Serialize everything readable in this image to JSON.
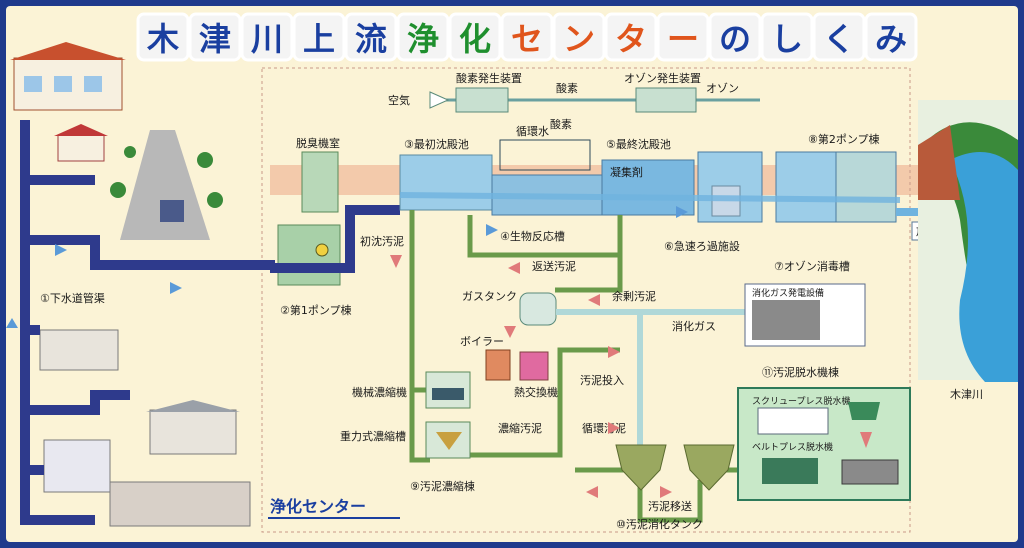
{
  "title": {
    "chars": [
      "木",
      "津",
      "川",
      "上",
      "流",
      "浄",
      "化",
      "セ",
      "ン",
      "タ",
      "ー",
      "の",
      "し",
      "く",
      "み"
    ],
    "colors": [
      "#1a3fa0",
      "#1a3fa0",
      "#1a3fa0",
      "#1a3fa0",
      "#1a3fa0",
      "#1f8f2e",
      "#1f8f2e",
      "#e0551c",
      "#e0551c",
      "#e0551c",
      "#e0551c",
      "#1a3fa0",
      "#1a3fa0",
      "#1a3fa0",
      "#1a3fa0"
    ]
  },
  "labels": {
    "sewer": "①下水道管渠",
    "pump1": "②第1ポンプ棟",
    "primary": "③最初沈殿池",
    "bio": "④生物反応槽",
    "final": "⑤最終沈殿池",
    "filter": "⑥急速ろ過施設",
    "ozone_disinfect": "⑦オゾン消毒槽",
    "pump2": "⑧第2ポンプ棟",
    "thickening": "⑨汚泥濃縮棟",
    "digestion": "⑩汚泥消化タンク",
    "dewater": "⑪汚泥脱水機棟",
    "deodor": "脱臭機室",
    "air": "空気",
    "o2_gen": "酸素発生装置",
    "o2": "酸素",
    "o2b": "酸素",
    "ozone_gen": "オゾン発生装置",
    "ozone": "オゾン",
    "circ_water": "循環水",
    "coagulant": "凝集剤",
    "discharge": "放流",
    "primary_sludge": "初沈汚泥",
    "return_sludge": "返送汚泥",
    "excess_sludge": "余剰汚泥",
    "gas_tank": "ガスタンク",
    "digest_gas": "消化ガス",
    "boiler": "ボイラー",
    "heat_ex": "熱交換機",
    "sludge_in": "汚泥投入",
    "circ_sludge": "循環汚泥",
    "conc_sludge": "濃縮汚泥",
    "sludge_move": "汚泥移送",
    "mech_thick": "機械濃縮機",
    "grav_thick": "重力式濃縮槽",
    "screw_press": "スクリュープレス脱水機",
    "belt_press": "ベルトプレス脱水機",
    "gas_power": "消化ガス発電設備",
    "center": "浄化センター",
    "river": "木津川"
  },
  "colors": {
    "background": "#1f3a8c",
    "board": "#fbf3d6",
    "pipe_blue": "#2e3a8c",
    "pipe_green": "#6a9a4a",
    "water": "#6fb3df",
    "river": "#3aa0d8",
    "arrow": "#e07a7a"
  }
}
